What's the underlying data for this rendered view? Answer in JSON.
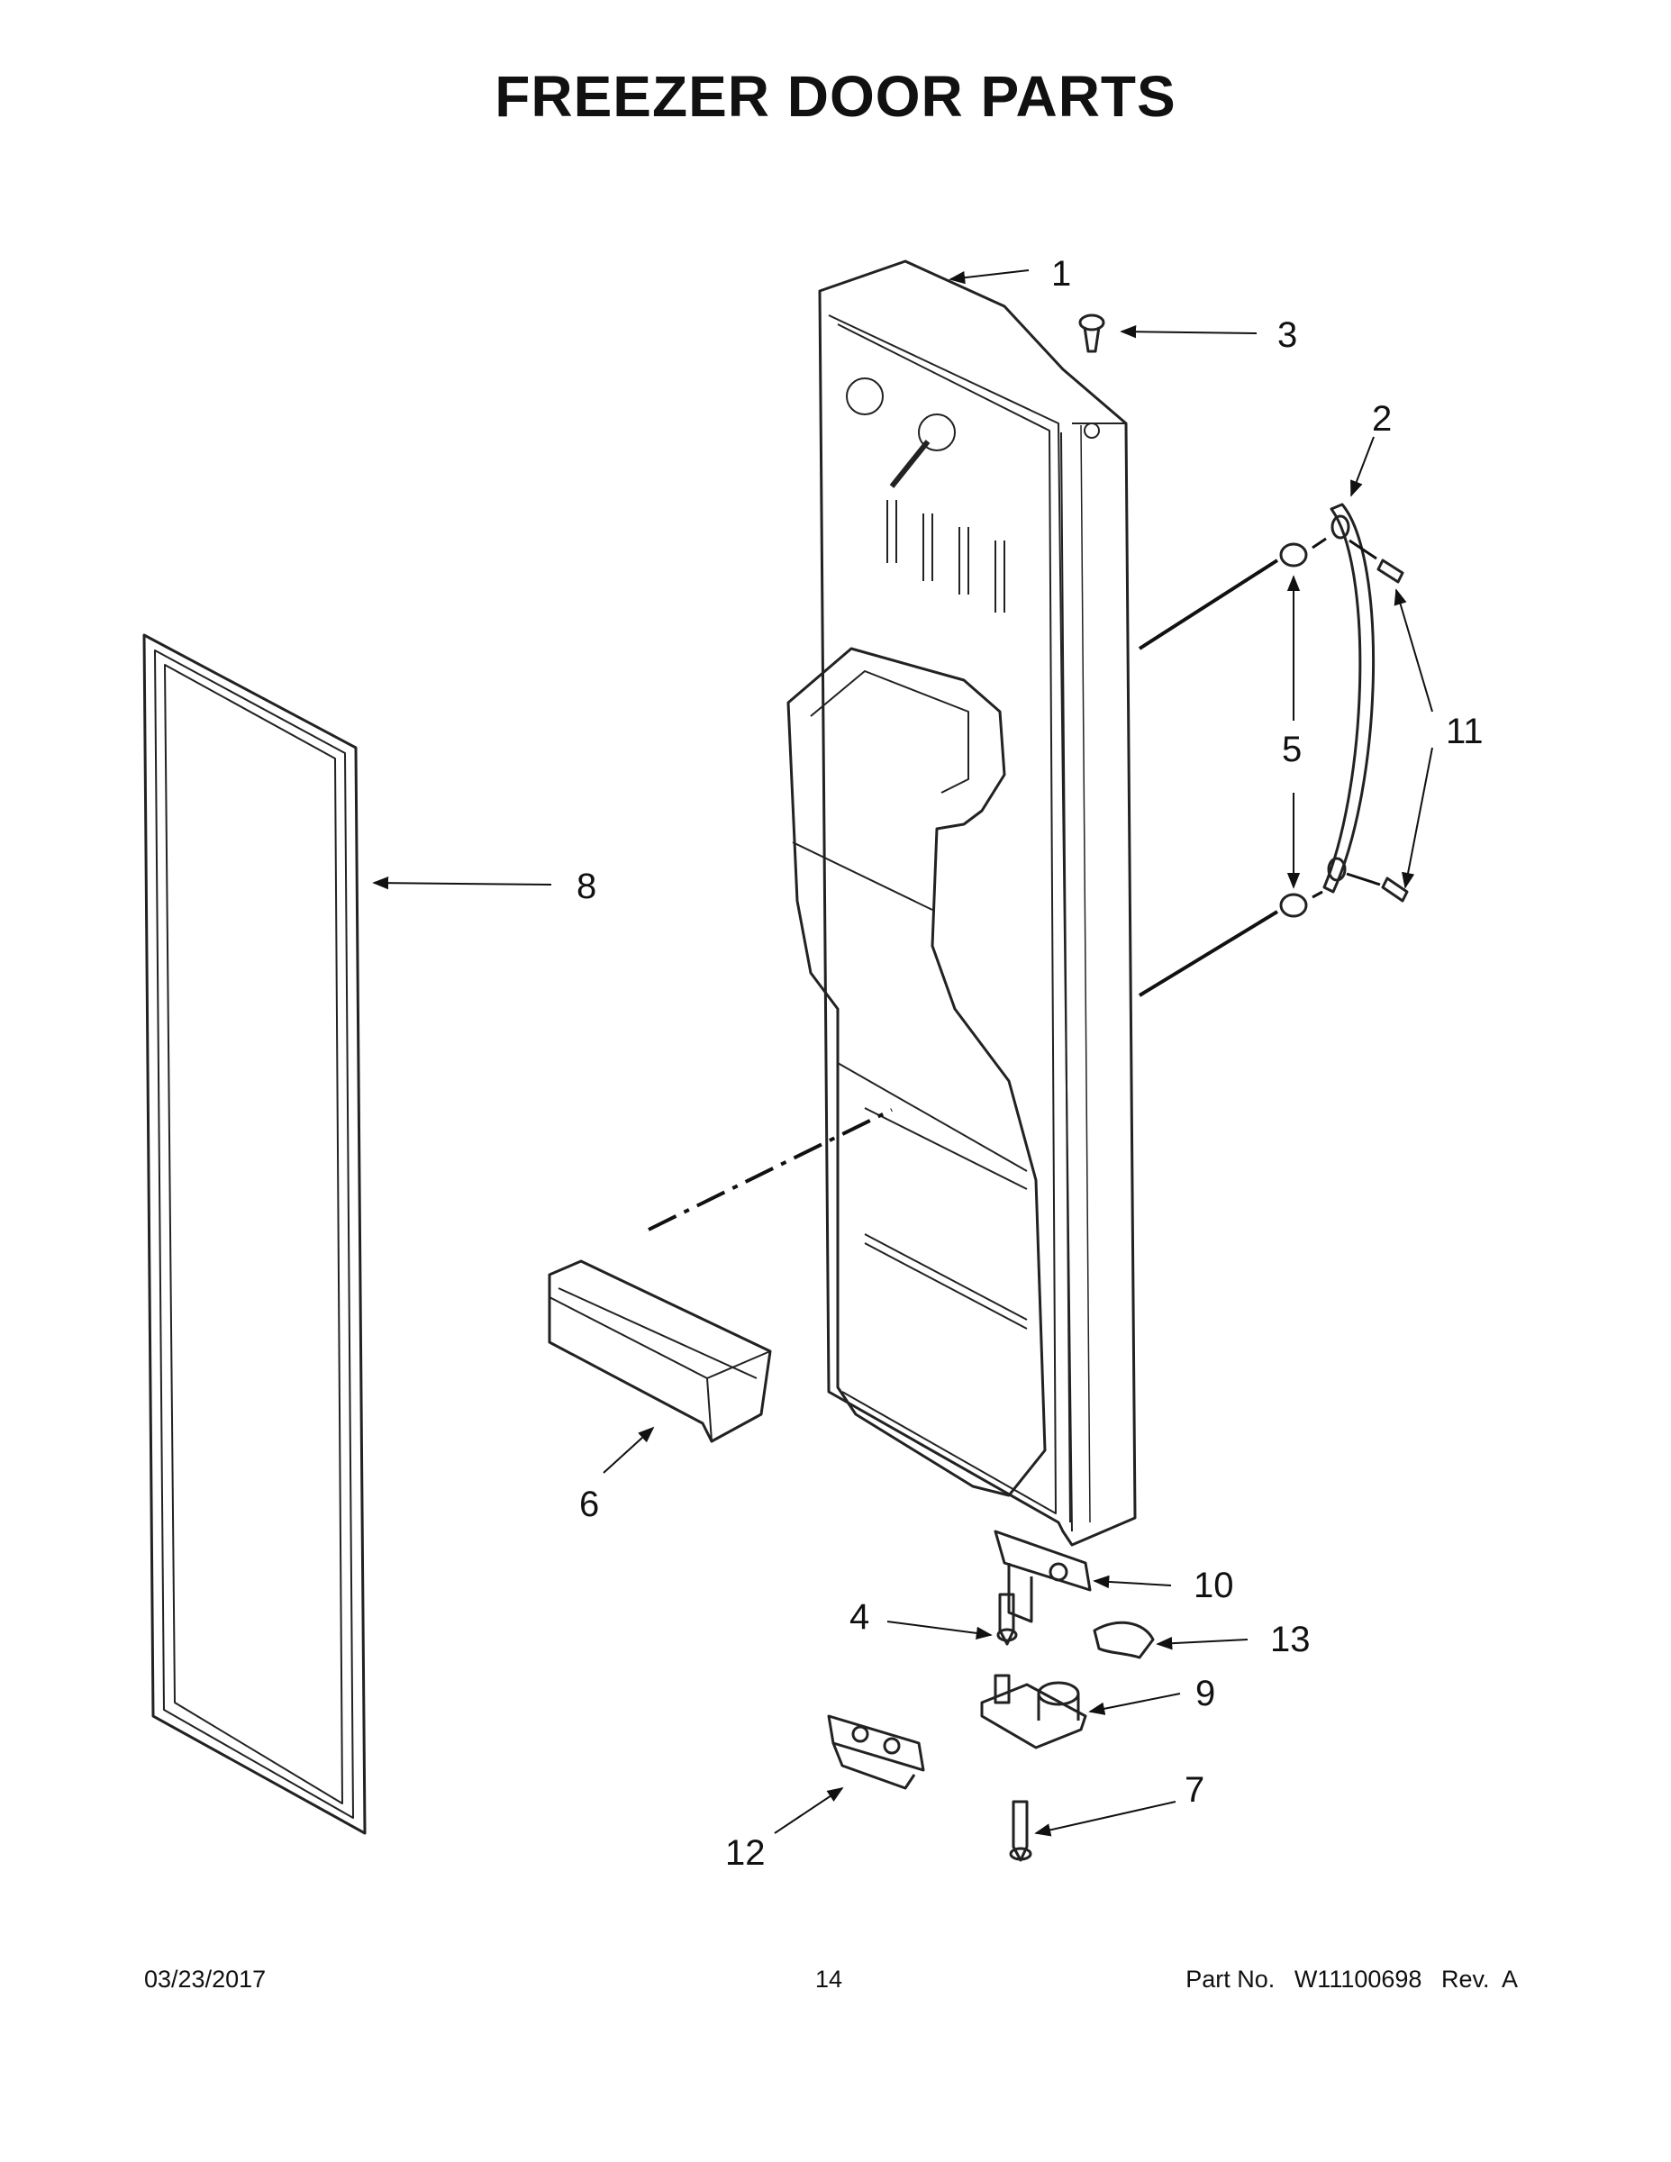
{
  "title": "FREEZER DOOR PARTS",
  "callouts": {
    "c1": "1",
    "c2": "2",
    "c3": "3",
    "c4": "4",
    "c5": "5",
    "c6": "6",
    "c7": "7",
    "c8": "8",
    "c9": "9",
    "c10": "10",
    "c11": "11",
    "c12": "12",
    "c13": "13"
  },
  "footer": {
    "date": "03/23/2017",
    "page": "14",
    "part_label": "Part No.",
    "part_number": "W11100698",
    "rev_label": "Rev.",
    "rev": "A"
  }
}
